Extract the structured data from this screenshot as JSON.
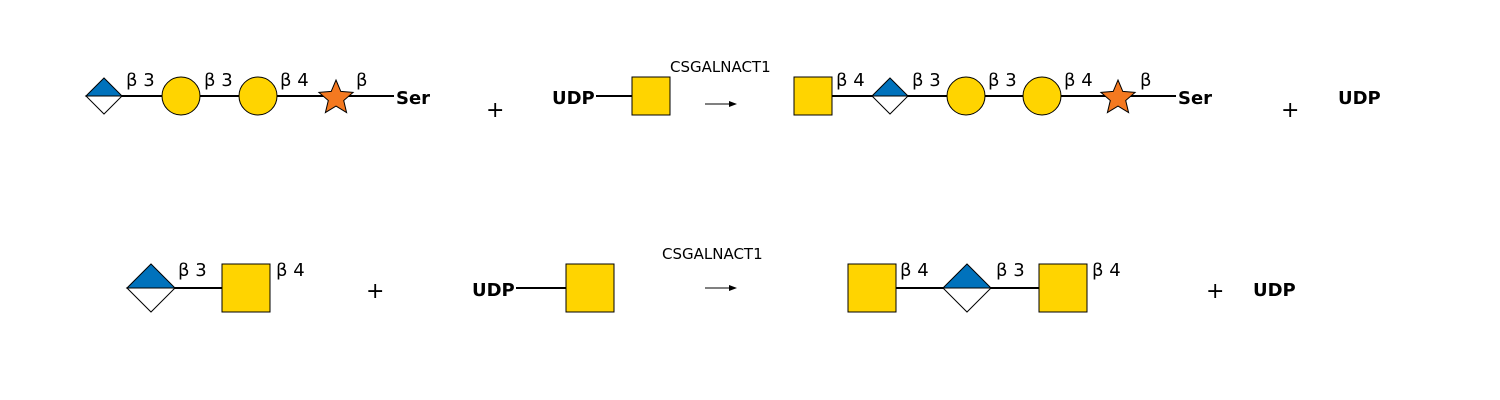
{
  "colors": {
    "galactose": "#FFD400",
    "glcnac_blue": "#0072BC",
    "xylose": "#F47920",
    "outline": "#000000",
    "bond": "#000000"
  },
  "reaction1": {
    "enzyme": "CSGALNACT1",
    "substrate": {
      "aglycone": "Ser",
      "linkages": [
        "β 3",
        "β 3",
        "β 4",
        "β"
      ]
    },
    "donor": {
      "nucleotide": "UDP"
    },
    "plus_1": "+",
    "plus_2": "+",
    "product": {
      "aglycone": "Ser",
      "linkages": [
        "β 4",
        "β 3",
        "β 3",
        "β 4",
        "β"
      ]
    },
    "byproduct": "UDP"
  },
  "reaction2": {
    "enzyme": "CSGALNACT1",
    "substrate": {
      "linkages": [
        "β 3",
        "β 4"
      ]
    },
    "donor": {
      "nucleotide": "UDP"
    },
    "plus_1": "+",
    "plus_2": "+",
    "product": {
      "linkages": [
        "β 4",
        "β 3",
        "β 4"
      ]
    },
    "byproduct": "UDP"
  }
}
